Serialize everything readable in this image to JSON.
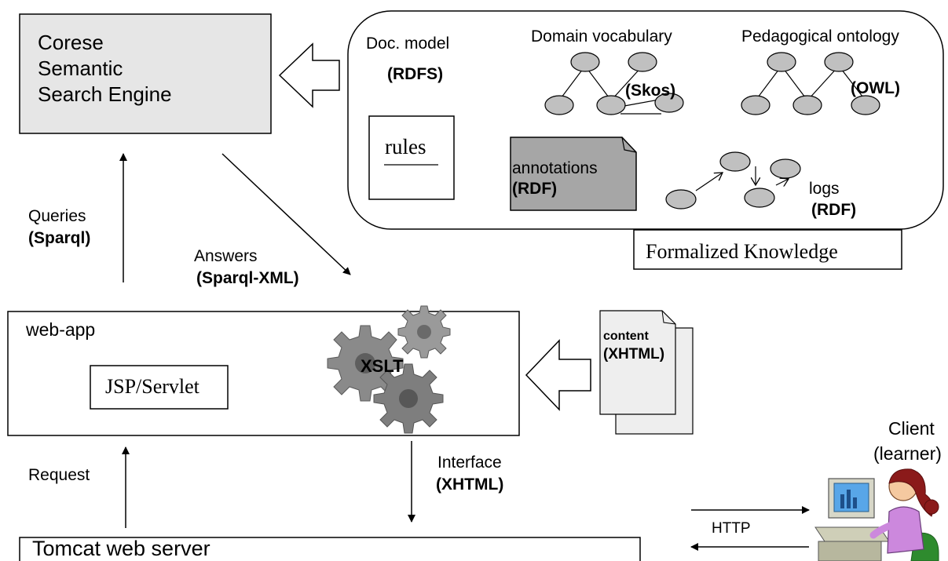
{
  "search_engine": {
    "line1": "Corese",
    "line2": "Semantic",
    "line3": "Search Engine"
  },
  "knowledge": {
    "doc_model": "Doc. model",
    "doc_model_format": "(RDFS)",
    "domain_vocabulary": "Domain vocabulary",
    "skos": "(Skos)",
    "pedagogical_ontology": "Pedagogical ontology",
    "owl": "(OWL)",
    "rules": "rules",
    "annotations": "annotations",
    "annotations_format": "(RDF)",
    "logs": "logs",
    "logs_format": "(RDF)",
    "caption": "Formalized Knowledge"
  },
  "flows": {
    "queries": "Queries",
    "queries_format": "(Sparql)",
    "answers": "Answers",
    "answers_format": "(Sparql-XML)",
    "request": "Request",
    "interface": "Interface",
    "interface_format": "(XHTML)",
    "http": "HTTP"
  },
  "webapp": {
    "title": "web-app",
    "jsp": "JSP/Servlet",
    "xslt": "XSLT"
  },
  "content": {
    "label": "content",
    "format": "(XHTML)"
  },
  "client": {
    "line1": "Client",
    "line2": "(learner)"
  },
  "server": {
    "label": "Tomcat web server"
  },
  "colors": {
    "engine_fill": "#e6e6e6",
    "annotation_fill": "#a6a6a6",
    "node_fill": "#c0c0c0",
    "gear_fill": "#8a8a8a",
    "doc_fill": "#eeeeee"
  }
}
